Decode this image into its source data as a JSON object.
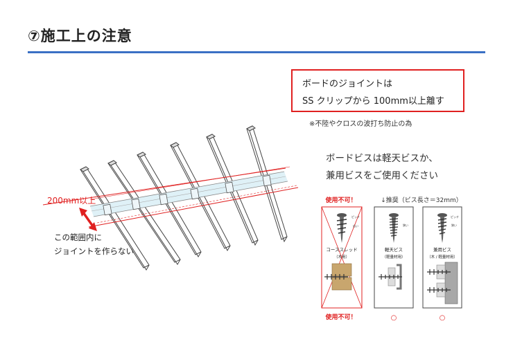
{
  "title": "⑦施工上の注意",
  "callout": {
    "line1": "ボードのジョイントは",
    "line2": "SS クリップから 100mm以上離す"
  },
  "note": "※不陸やクロスの波打ち防止の為",
  "screw_text": {
    "line1": "ボードビスは軽天ビスか、",
    "line2": "兼用ビスをご使用ください"
  },
  "diagram": {
    "label_200": "200mm以上",
    "range_line1": "この範囲内に",
    "range_line2": "ジョイントを作らない"
  },
  "screws": {
    "not_allowed_top": "使用不可！",
    "recommended": "↓推奨（ビス長さ＝32mm）",
    "pitch": "ピッチ",
    "wide": "広い",
    "narrow": "狭い",
    "panel1_name": "コーススレッド",
    "panel1_use": "（木用）",
    "panel2_name": "軽天ビス",
    "panel2_use": "（軽量材用）",
    "panel3_name": "兼用ビス",
    "panel3_use": "（木 / 軽量材用）",
    "not_allowed_bottom": "使用不可！",
    "ok_mark_2": "○",
    "ok_mark_3": "○"
  },
  "colors": {
    "accent_red": "#e02020",
    "title_rule": "#3a6fc4",
    "wood": "#c8a66e",
    "steel": "#a8a8a8"
  }
}
